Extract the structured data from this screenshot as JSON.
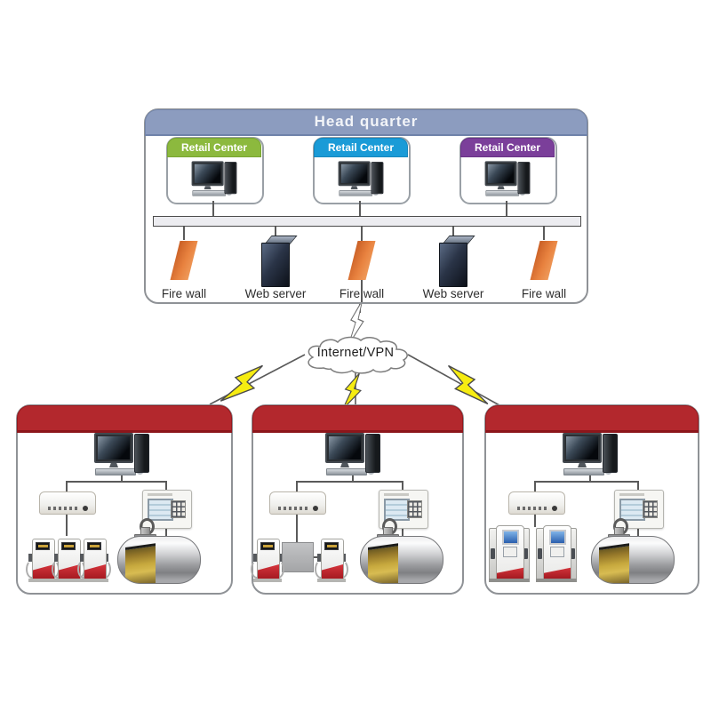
{
  "headquarters": {
    "title": "Head quarter",
    "header_color": "#8c9cbf",
    "retail_centers": [
      {
        "label": "Retail Center",
        "header_color": "#8cb93e"
      },
      {
        "label": "Retail Center",
        "header_color": "#1a9bd7"
      },
      {
        "label": "Retail Center",
        "header_color": "#7b3f9a"
      }
    ],
    "dmz": [
      {
        "label": "Fire wall",
        "icon": "firewall-icon",
        "color": "#e8823f"
      },
      {
        "label": "Web server",
        "icon": "server-tower-icon",
        "color": "#2a3447"
      },
      {
        "label": "Fire wall",
        "icon": "firewall-icon",
        "color": "#e8823f"
      },
      {
        "label": "Web server",
        "icon": "server-tower-icon",
        "color": "#2a3447"
      },
      {
        "label": "Fire wall",
        "icon": "firewall-icon",
        "color": "#e8823f"
      }
    ]
  },
  "wan": {
    "cloud_label": "Internet/VPN",
    "bolt_color": "#f6ec11",
    "uplink_bolt_color": "#ffffff"
  },
  "branches": [
    {
      "header_color": "#b3282d",
      "equipment": [
        "desktop-computer-icon",
        "pos-controller-icon",
        "tank-gauge-console-icon",
        "fuel-pump-icon",
        "fuel-pump-icon",
        "fuel-pump-icon",
        "fuel-tank-icon"
      ]
    },
    {
      "header_color": "#b3282d",
      "equipment": [
        "desktop-computer-icon",
        "pos-controller-icon",
        "tank-gauge-console-icon",
        "fuel-pump-icon",
        "junction-box-icon",
        "fuel-pump-icon",
        "fuel-tank-icon"
      ]
    },
    {
      "header_color": "#b3282d",
      "equipment": [
        "desktop-computer-icon",
        "pos-controller-icon",
        "tank-gauge-console-icon",
        "fuel-dispenser-icon",
        "fuel-dispenser-icon",
        "fuel-tank-icon"
      ]
    }
  ],
  "colors": {
    "fuel": "#c7a93e",
    "tank_shell": "#9a9b9e",
    "line": "#5a5a5a"
  }
}
